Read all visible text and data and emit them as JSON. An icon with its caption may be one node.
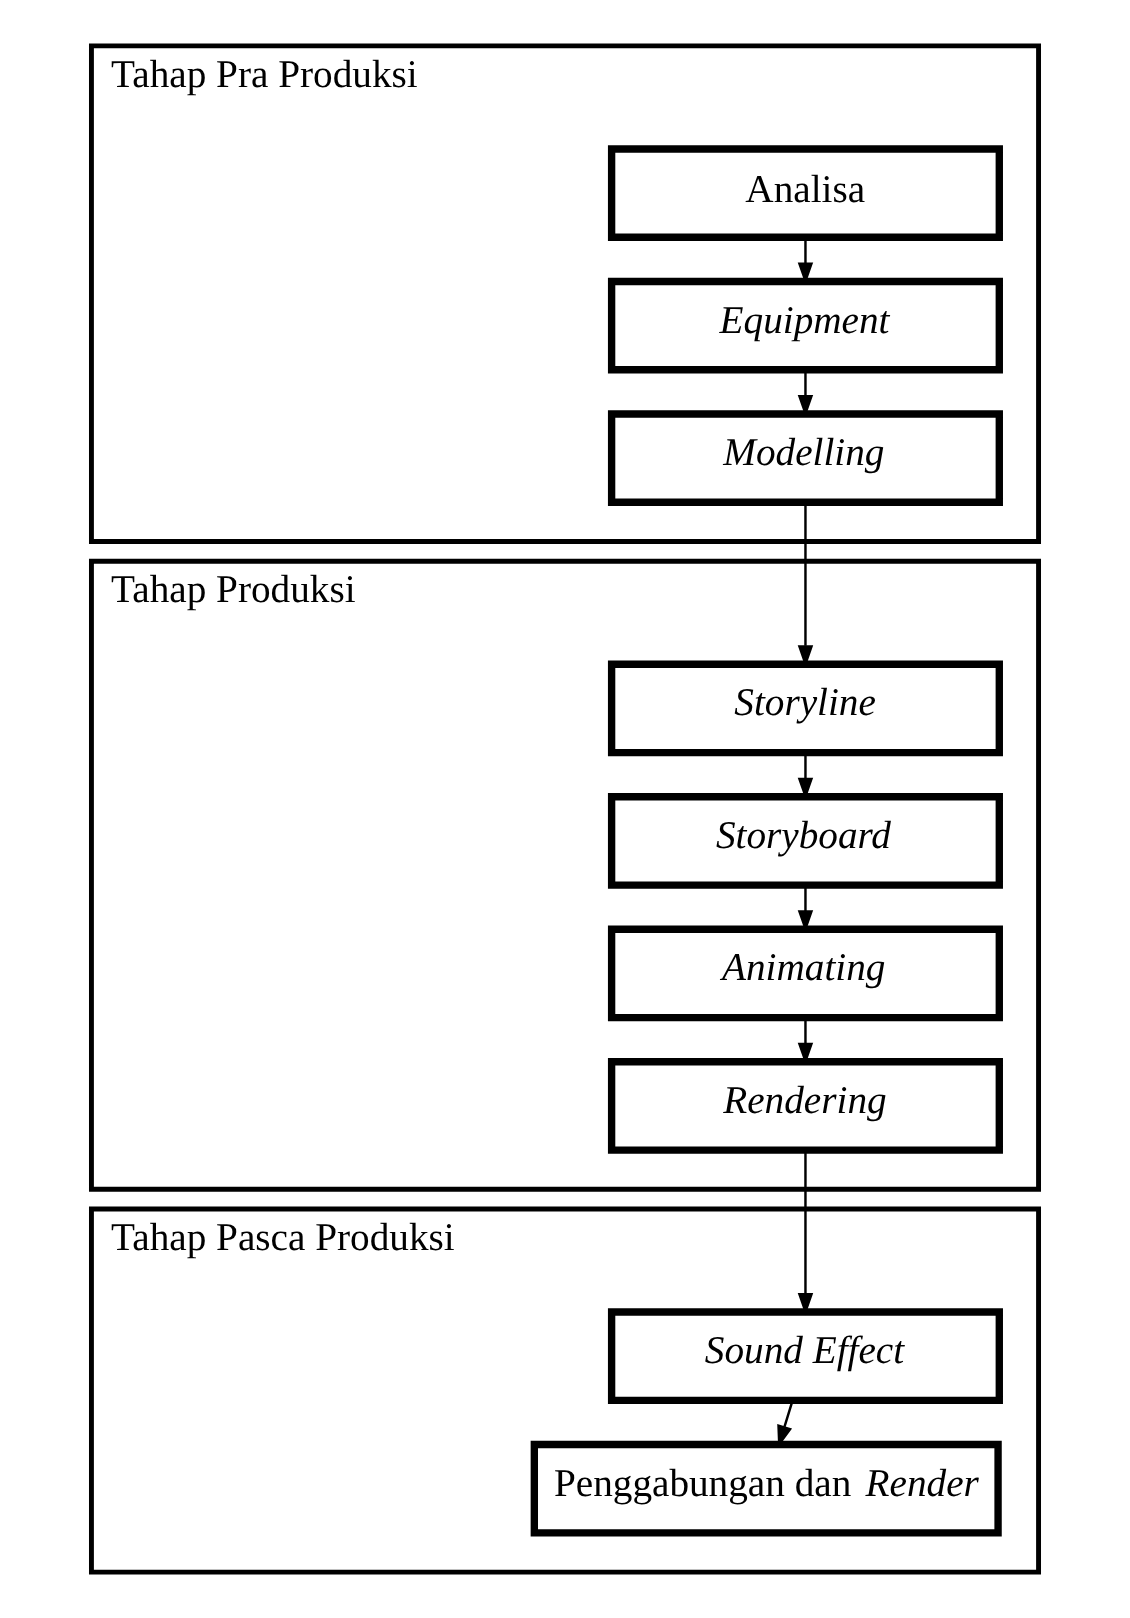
{
  "diagram": {
    "nodes": [
      {
        "text": [
          "Tahap Pra Produksi"
        ]
      },
      {
        "text": [
          "Analisa"
        ],
        "in": 0
      },
      {
        "text": [
          "Equipment"
        ],
        "in": 0
      },
      {
        "text": [
          "Modelling"
        ],
        "in": 0
      },
      {
        "text": [
          "Tahap Produksi"
        ]
      },
      {
        "text": [
          "Storyline"
        ],
        "in": 4
      },
      {
        "text": [
          "Storyboard"
        ],
        "in": 4
      },
      {
        "text": [
          "Animating"
        ],
        "in": 4
      },
      {
        "text": [
          "Rendering"
        ],
        "in": 4
      },
      {
        "text": [
          "Tahap Pasca Produksi"
        ]
      },
      {
        "text": [
          "Sound Effect"
        ],
        "in": 9
      },
      {
        "text": [
          "Penggabungan dan *Render*"
        ],
        "in": 9
      }
    ],
    "edges": [
      {
        "from": 1,
        "to": 2,
        "arrow": "to"
      },
      {
        "from": 2,
        "to": 3,
        "arrow": "to"
      },
      {
        "from": 3,
        "to": 5,
        "arrow": "to"
      },
      {
        "from": 5,
        "to": 6,
        "arrow": "to"
      },
      {
        "from": 6,
        "to": 7,
        "arrow": "to"
      },
      {
        "from": 7,
        "to": 8,
        "arrow": "to"
      },
      {
        "from": 8,
        "to": 10,
        "arrow": "to"
      },
      {
        "from": 10,
        "to": 11,
        "arrow": "to"
      }
    ]
  }
}
